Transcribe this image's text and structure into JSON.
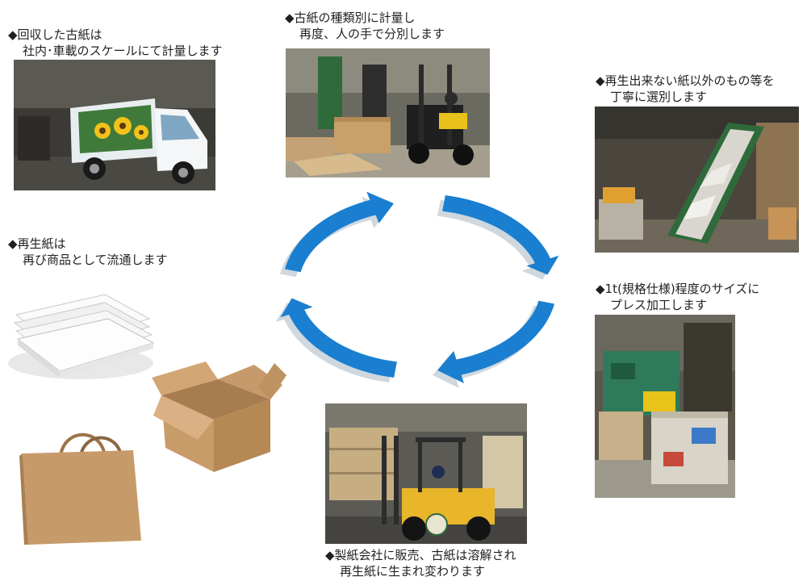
{
  "steps": [
    {
      "id": "collect",
      "line1": "◆回収した古紙は",
      "line2": "社内･車載のスケールにて計量します",
      "photo": "collection-truck"
    },
    {
      "id": "weigh",
      "line1": "◆古紙の種類別に計量し",
      "line2": "再度、人の手で分別します",
      "photo": "forklift-sorting"
    },
    {
      "id": "select",
      "line1": "◆再生出来ない紙以外のもの等を",
      "line2": "丁寧に選別します",
      "photo": "conveyor-sorting"
    },
    {
      "id": "press",
      "line1": "◆1t(規格仕様)程度のサイズに",
      "line2": "プレス加工します",
      "photo": "baling-press"
    },
    {
      "id": "sell",
      "line1": "◆製紙会社に販売、古紙は溶解され",
      "line2": "再生紙に生まれ変わります",
      "photo": "forklift-loading"
    },
    {
      "id": "recycled",
      "line1": "◆再生紙は",
      "line2": "再び商品として流通します",
      "photo": "paper-products"
    }
  ],
  "colors": {
    "arrow": "#1a7fd0",
    "arrow_shadow": "#cfd7df"
  }
}
